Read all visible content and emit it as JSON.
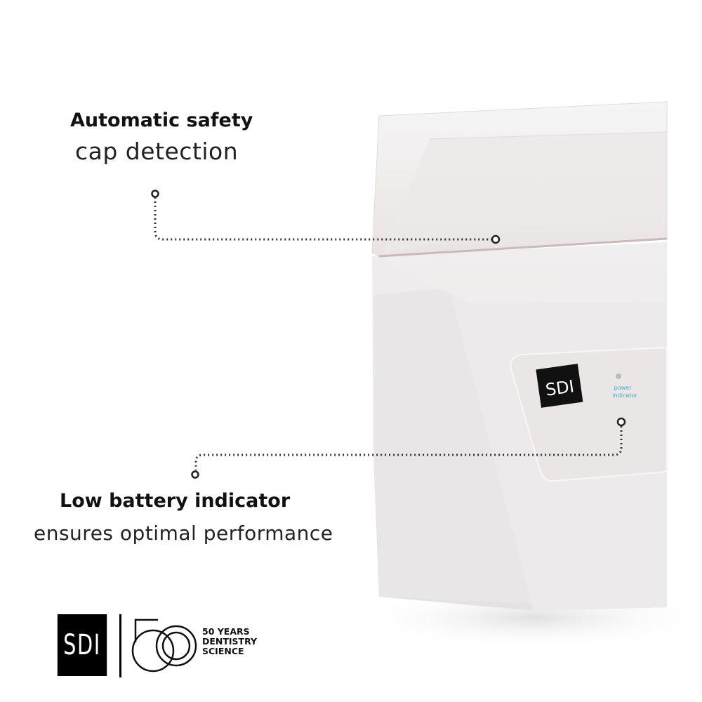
{
  "callouts": [
    {
      "title": "Automatic safety",
      "subtitle": "cap detection"
    },
    {
      "title": "Low battery indicator",
      "subtitle": "ensures optimal performance"
    }
  ],
  "device": {
    "brand": "SDI",
    "indicator_label_line1": "power",
    "indicator_label_line2": "indicator",
    "indicator_label_color": "#3aa6d8"
  },
  "footer_logo": {
    "brand": "SDI",
    "anniversary_number": "50",
    "line1": "50 YEARS",
    "line2": "DENTISTRY",
    "line3": "SCIENCE"
  }
}
